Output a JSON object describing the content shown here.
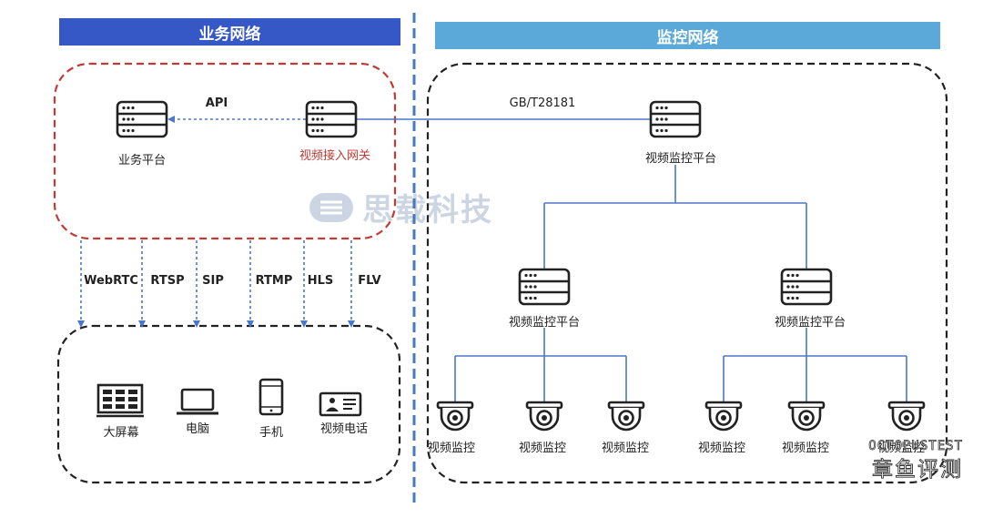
{
  "headers": {
    "business": "业务网络",
    "monitoring": "监控网络"
  },
  "colors": {
    "business_header": "#3558c6",
    "monitoring_header": "#5ba9d9",
    "red_dashed": "#c23a33",
    "connector_blue": "#4a78c8"
  },
  "business": {
    "platform_label": "业务平台",
    "gateway_label": "视频接入网关",
    "api_label": "API"
  },
  "protocols": [
    "WebRTC",
    "RTSP",
    "SIP",
    "RTMP",
    "HLS",
    "FLV"
  ],
  "devices": {
    "screen": "大屏幕",
    "computer": "电脑",
    "phone": "手机",
    "videophone": "视频电话"
  },
  "monitoring": {
    "standard_label": "GB/T28181",
    "top_platform": "视频监控平台",
    "left_platform": "视频监控平台",
    "right_platform": "视频监控平台",
    "cameras": [
      "视频监控",
      "视频监控",
      "视频监控",
      "视频监控",
      "视频监控",
      "视频监控"
    ]
  },
  "watermark": {
    "center_logo_icon": "siqi-logo-icon",
    "center_text": "思载科技",
    "corner_top": "OCTOPUSTEST",
    "corner_bottom": "章鱼评测"
  }
}
